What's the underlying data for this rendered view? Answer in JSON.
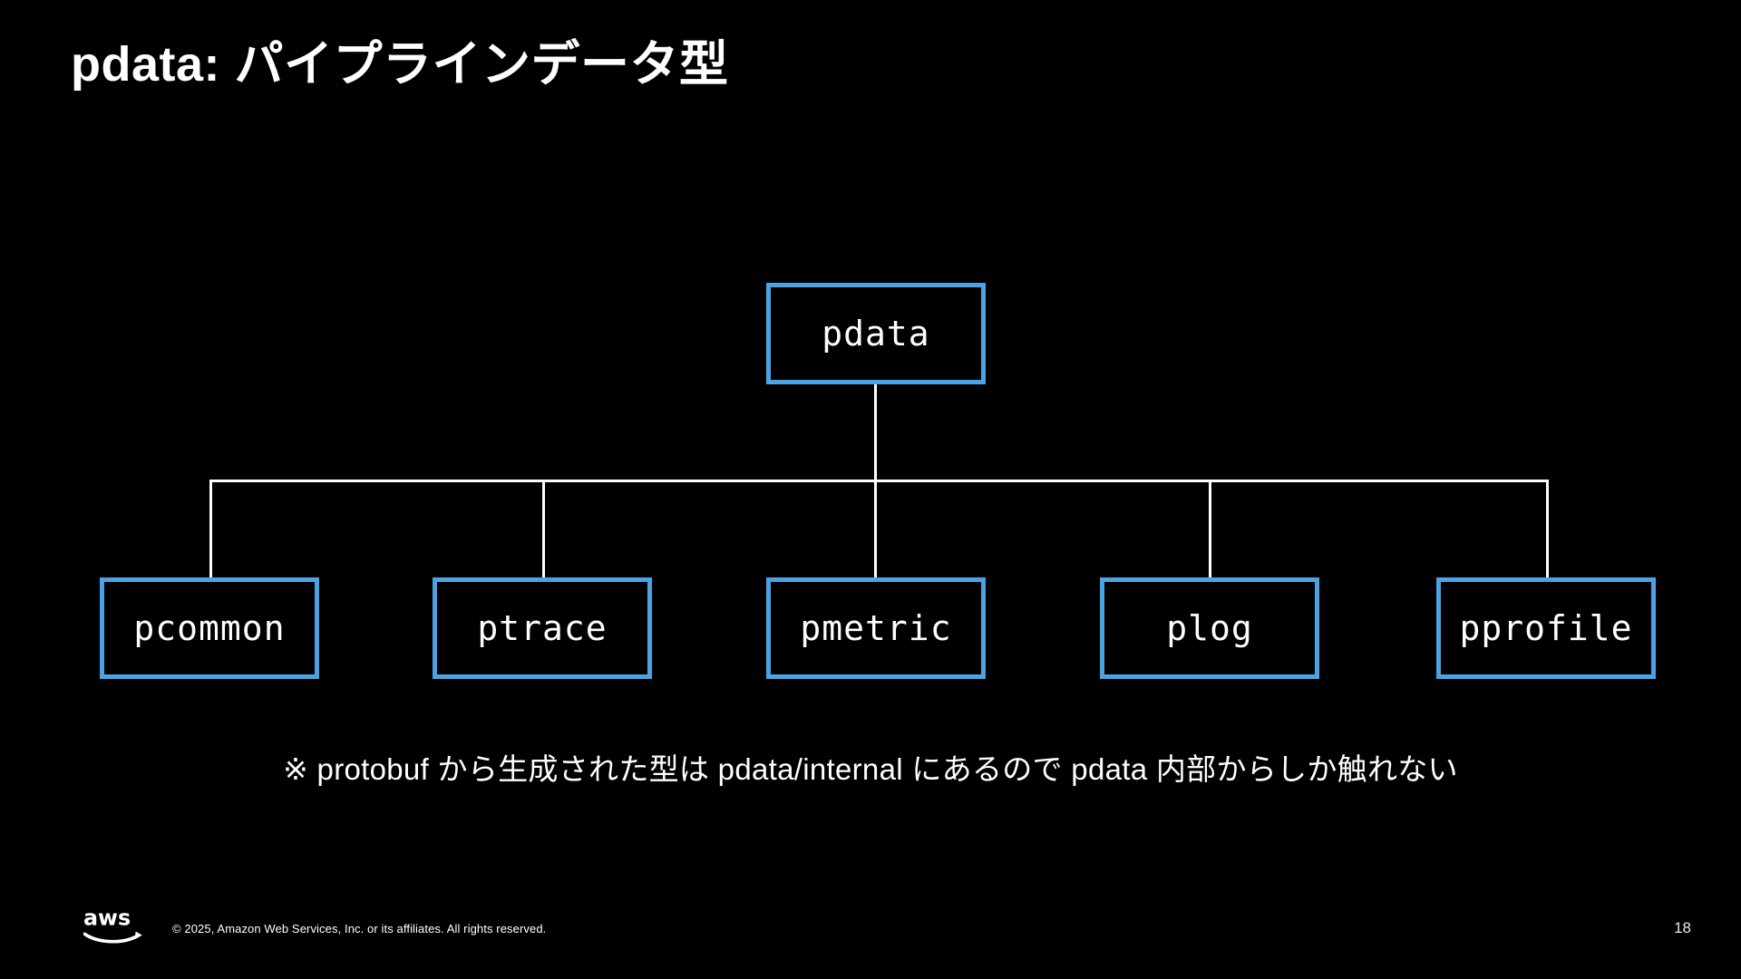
{
  "slide": {
    "title": "pdata: パイプラインデータ型",
    "page_number": "18",
    "background_color": "#000000",
    "accent_color": "#4ba3e3",
    "line_color": "#ffffff"
  },
  "diagram": {
    "type": "tree",
    "root": {
      "label": "pdata"
    },
    "children": [
      {
        "label": "pcommon"
      },
      {
        "label": "ptrace"
      },
      {
        "label": "pmetric"
      },
      {
        "label": "plog"
      },
      {
        "label": "pprofile"
      }
    ]
  },
  "note": {
    "text": "※ protobuf から生成された型は pdata/internal にあるので pdata 内部からしか触れない"
  },
  "footer": {
    "logo": "aws-logo",
    "copyright": "© 2025, Amazon Web Services, Inc. or its affiliates. All rights reserved."
  }
}
